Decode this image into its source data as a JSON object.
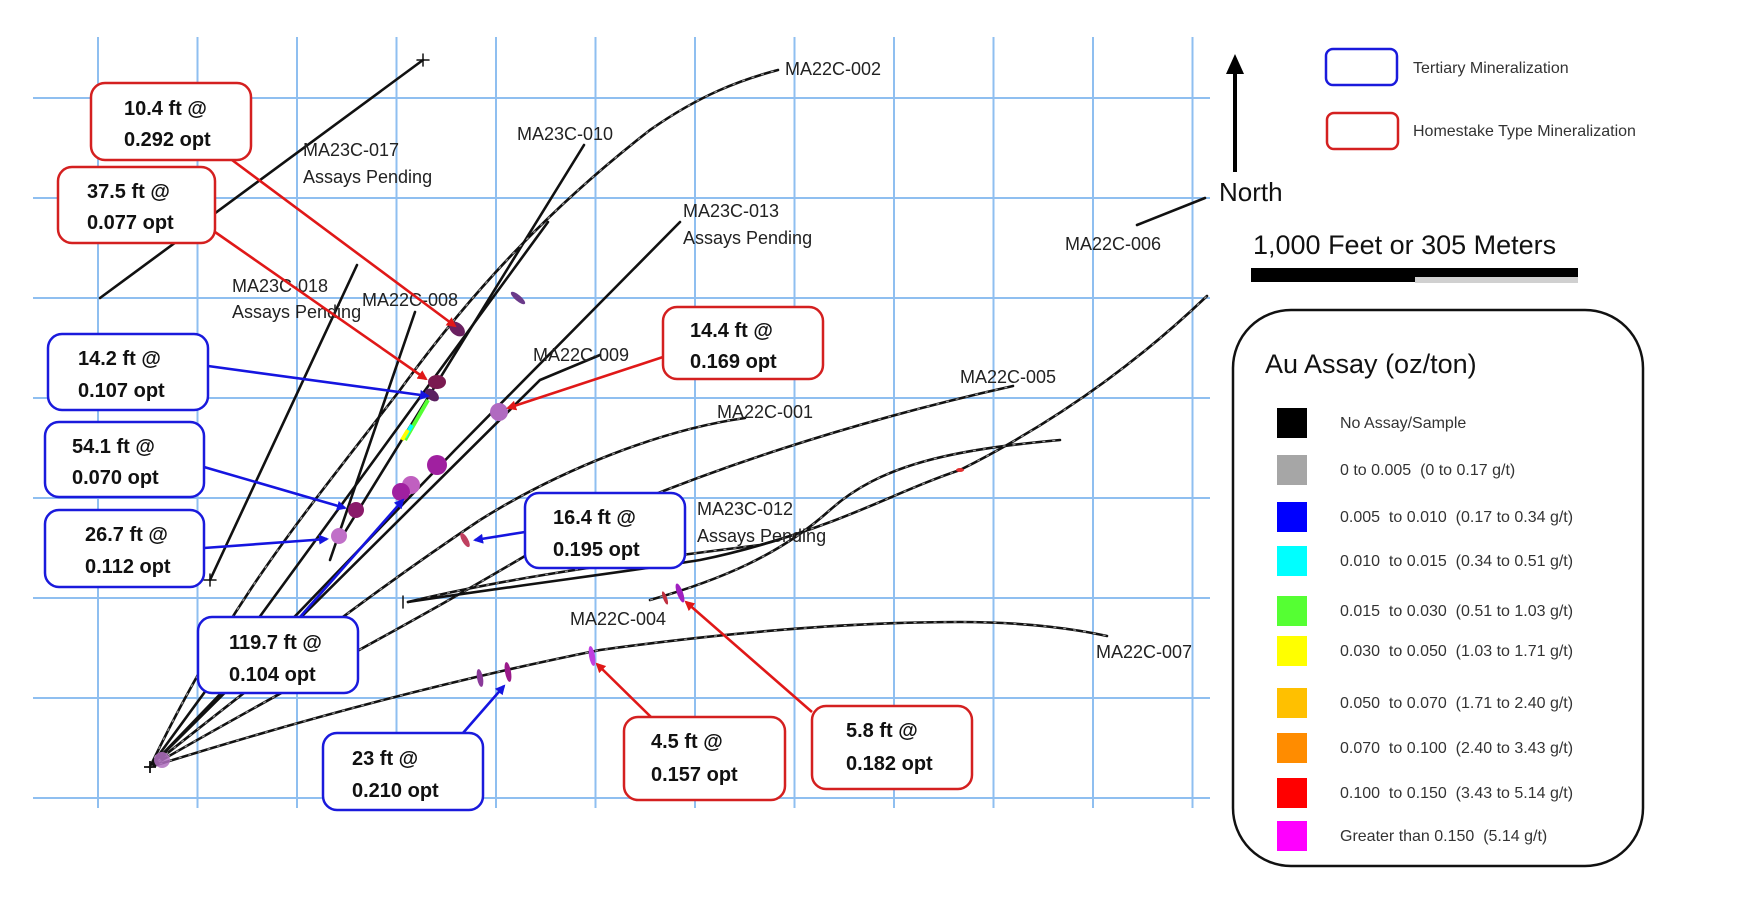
{
  "map": {
    "north_label": "North",
    "scale_label": "1,000 Feet or 305 Meters",
    "mineralization_legend": [
      {
        "label": "Tertiary Mineralization",
        "color": "#1a1adc"
      },
      {
        "label": "Homestake Type Mineralization",
        "color": "#d42020"
      }
    ],
    "assay_legend": {
      "title": "Au Assay (oz/ton)",
      "items": [
        {
          "label": "No Assay/Sample",
          "color": "#000000"
        },
        {
          "label": "0 to 0.005  (0 to 0.17 g/t)",
          "color": "#a6a6a6"
        },
        {
          "label": "0.005  to 0.010  (0.17 to 0.34 g/t)",
          "color": "#0000ff"
        },
        {
          "label": "0.010  to 0.015  (0.34 to 0.51 g/t)",
          "color": "#00ffff"
        },
        {
          "label": "0.015  to 0.030  (0.51 to 1.03 g/t)",
          "color": "#55ff33"
        },
        {
          "label": "0.030  to 0.050  (1.03 to 1.71 g/t)",
          "color": "#ffff00"
        },
        {
          "label": "0.050  to 0.070  (1.71 to 2.40 g/t)",
          "color": "#ffc000"
        },
        {
          "label": "0.070  to 0.100  (2.40 to 3.43 g/t)",
          "color": "#ff8c00"
        },
        {
          "label": "0.100  to 0.150  (3.43 to 5.14 g/t)",
          "color": "#ff0000"
        },
        {
          "label": "Greater than 0.150  (5.14 g/t)",
          "color": "#ff00ff"
        }
      ]
    },
    "drill_holes": [
      {
        "name": "MA22C-002",
        "note": ""
      },
      {
        "name": "MA23C-010",
        "note": ""
      },
      {
        "name": "MA23C-017",
        "note": "Assays Pending"
      },
      {
        "name": "MA23C-013",
        "note": "Assays Pending"
      },
      {
        "name": "MA23C-018",
        "note": "Assays Pending"
      },
      {
        "name": "MA22C-008",
        "note": ""
      },
      {
        "name": "MA22C-009",
        "note": ""
      },
      {
        "name": "MA22C-006",
        "note": ""
      },
      {
        "name": "MA22C-005",
        "note": ""
      },
      {
        "name": "MA22C-001",
        "note": ""
      },
      {
        "name": "MA23C-012",
        "note": "Assays Pending"
      },
      {
        "name": "MA22C-004",
        "note": ""
      },
      {
        "name": "MA22C-007",
        "note": ""
      }
    ],
    "intercepts": [
      {
        "id": "i1",
        "type": "homestake",
        "line1": "10.4 ft @",
        "line2": "0.292 opt"
      },
      {
        "id": "i2",
        "type": "homestake",
        "line1": "37.5 ft @",
        "line2": "0.077 opt"
      },
      {
        "id": "i3",
        "type": "tertiary",
        "line1": "14.2 ft @",
        "line2": "0.107 opt"
      },
      {
        "id": "i4",
        "type": "tertiary",
        "line1": "54.1 ft @",
        "line2": "0.070 opt"
      },
      {
        "id": "i5",
        "type": "tertiary",
        "line1": "26.7 ft @",
        "line2": "0.112 opt"
      },
      {
        "id": "i6",
        "type": "tertiary",
        "line1": "119.7 ft @",
        "line2": "0.104 opt"
      },
      {
        "id": "i7",
        "type": "tertiary",
        "line1": "23 ft @",
        "line2": "0.210 opt"
      },
      {
        "id": "i8",
        "type": "homestake",
        "line1": "14.4 ft @",
        "line2": "0.169 opt"
      },
      {
        "id": "i9",
        "type": "tertiary",
        "line1": "16.4 ft @",
        "line2": "0.195 opt"
      },
      {
        "id": "i10",
        "type": "homestake",
        "line1": "4.5 ft @",
        "line2": "0.157 opt"
      },
      {
        "id": "i11",
        "type": "homestake",
        "line1": "5.8 ft @",
        "line2": "0.182 opt"
      }
    ],
    "colors": {
      "grid": "#8fbff0",
      "tertiary": "#1a1adc",
      "homestake": "#d42020",
      "hole": "#111111"
    }
  }
}
